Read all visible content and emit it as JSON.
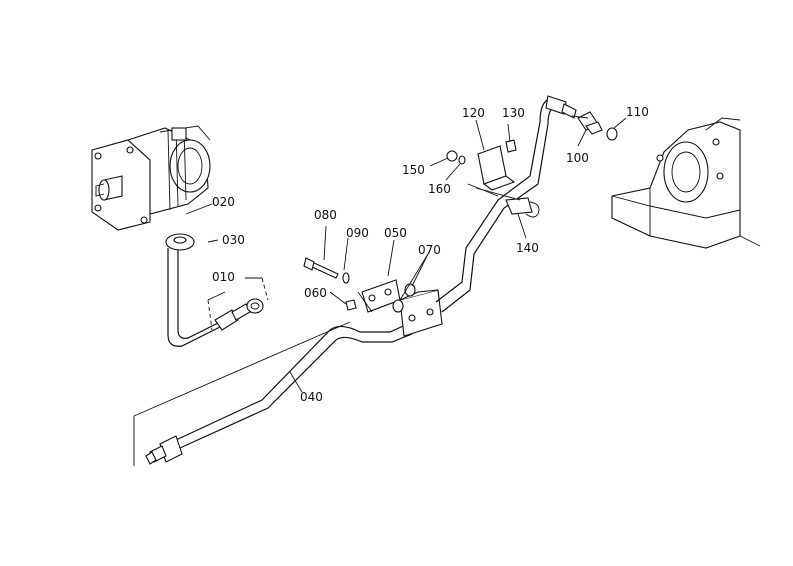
{
  "labels": {
    "p010": "010",
    "p020": "020",
    "p030": "030",
    "p040": "040",
    "p050": "050",
    "p060": "060",
    "p070": "070",
    "p080": "080",
    "p090": "090",
    "p100": "100",
    "p110": "110",
    "p120": "120",
    "p130": "130",
    "p140": "140",
    "p150": "150",
    "p160": "160"
  }
}
